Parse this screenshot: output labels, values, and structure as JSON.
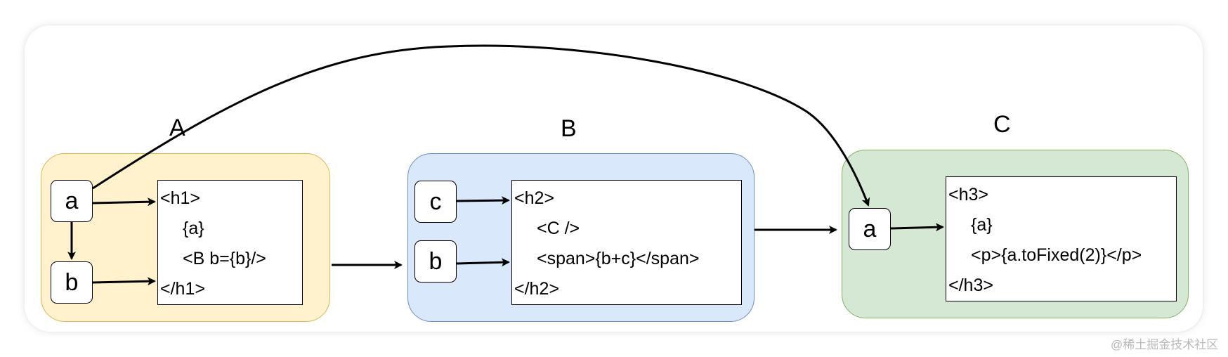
{
  "diagram": {
    "components": [
      {
        "title": "A",
        "color": "#fff2cc",
        "border_color": "#d6b656",
        "nodes": [
          "a",
          "b"
        ],
        "code": [
          "<h1>",
          "{a}",
          "<B b={b}/>",
          "</h1>"
        ]
      },
      {
        "title": "B",
        "color": "#dae8fc",
        "border_color": "#6c8ebf",
        "nodes": [
          "c",
          "b"
        ],
        "code": [
          "<h2>",
          "<C />",
          "<span>{b+c}</span>",
          "</h2>"
        ]
      },
      {
        "title": "C",
        "color": "#d5e8d4",
        "border_color": "#82b366",
        "nodes": [
          "a"
        ],
        "code": [
          "<h3>",
          "{a}",
          "<p>{a.toFixed(2)}</p>",
          "</h3>"
        ]
      }
    ],
    "edges": [
      {
        "from": "A.a",
        "to": "A.b"
      },
      {
        "from": "A.a",
        "to": "A.code"
      },
      {
        "from": "A.b",
        "to": "A.code"
      },
      {
        "from": "A",
        "to": "B"
      },
      {
        "from": "B.c",
        "to": "B.code"
      },
      {
        "from": "B.b",
        "to": "B.code"
      },
      {
        "from": "B",
        "to": "C"
      },
      {
        "from": "A.a",
        "to": "C.a"
      },
      {
        "from": "C.a",
        "to": "C.code"
      }
    ]
  },
  "watermark": "@稀土掘金技术社区"
}
